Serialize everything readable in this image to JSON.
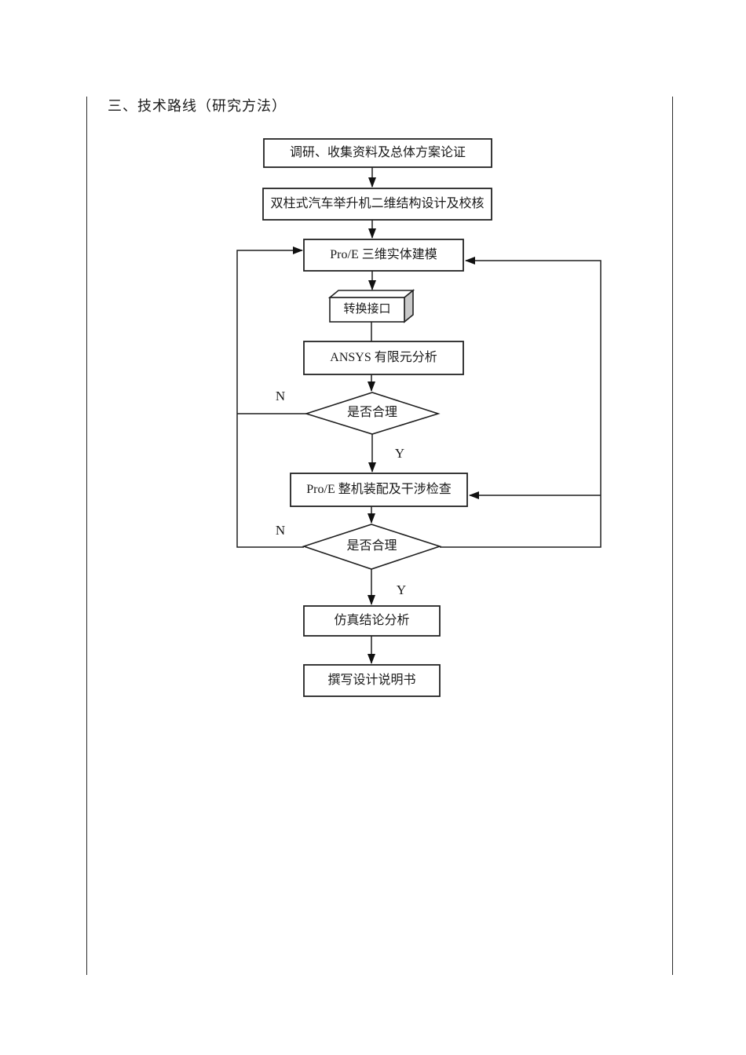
{
  "page": {
    "section_title": "三、技术路线（研究方法）"
  },
  "flowchart": {
    "nodes": {
      "research": {
        "label": "调研、收集资料及总体方案论证",
        "shape": "process"
      },
      "design2d": {
        "label": "双柱式汽车举升机二维结构设计及校核",
        "shape": "process"
      },
      "proe_model": {
        "label": "Pro/E 三维实体建模",
        "shape": "process"
      },
      "interface": {
        "label": "转换接口",
        "shape": "3d-box"
      },
      "ansys": {
        "label": "ANSYS 有限元分析",
        "shape": "process"
      },
      "decision1": {
        "label": "是否合理",
        "shape": "decision"
      },
      "assembly": {
        "label": "Pro/E 整机装配及干涉检查",
        "shape": "process"
      },
      "decision2": {
        "label": "是否合理",
        "shape": "decision"
      },
      "simulation": {
        "label": "仿真结论分析",
        "shape": "process"
      },
      "writeup": {
        "label": "撰写设计说明书",
        "shape": "process"
      }
    },
    "branch_labels": {
      "d1_no": "N",
      "d1_yes": "Y",
      "d2_no": "N",
      "d2_yes": "Y"
    },
    "edges": [
      {
        "from": "research",
        "to": "design2d"
      },
      {
        "from": "design2d",
        "to": "proe_model"
      },
      {
        "from": "proe_model",
        "to": "interface"
      },
      {
        "from": "interface",
        "to": "ansys"
      },
      {
        "from": "ansys",
        "to": "decision1"
      },
      {
        "from": "decision1",
        "to": "assembly",
        "label": "Y"
      },
      {
        "from": "decision1",
        "to": "proe_model",
        "label": "N",
        "route": "left-feedback"
      },
      {
        "from": "assembly",
        "to": "decision2"
      },
      {
        "from": "decision2",
        "to": "simulation",
        "label": "Y"
      },
      {
        "from": "decision2",
        "to": "proe_model",
        "label": "N",
        "route": "left-feedback"
      },
      {
        "from": "decision2",
        "to": "proe_model",
        "route": "right-feedback"
      },
      {
        "from": "decision2",
        "to": "assembly",
        "route": "right-feedback"
      },
      {
        "from": "simulation",
        "to": "writeup"
      }
    ]
  },
  "colors": {
    "line": "#1f1f1f",
    "background": "#ffffff",
    "shade_face": "#c9c9c9"
  }
}
